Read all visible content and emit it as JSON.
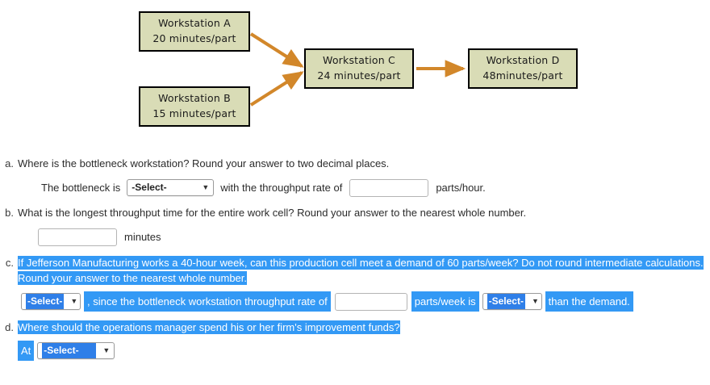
{
  "diagram": {
    "type": "process-flow",
    "workstations": [
      {
        "id": "a",
        "name": "Workstation A",
        "rate": "20 minutes/part"
      },
      {
        "id": "b",
        "name": "Workstation B",
        "rate": "15  minutes/part"
      },
      {
        "id": "c",
        "name": "Workstation C",
        "rate": "24 minutes/part"
      },
      {
        "id": "d",
        "name": "Workstation D",
        "rate": "48minutes/part"
      }
    ],
    "flows": [
      {
        "from": "Workstation A",
        "to": "Workstation C"
      },
      {
        "from": "Workstation B",
        "to": "Workstation C"
      },
      {
        "from": "Workstation C",
        "to": "Workstation D"
      }
    ],
    "colors": {
      "box_fill": "#d9dcb6",
      "box_border": "#000000",
      "arrow": "#d2872a"
    }
  },
  "questions": [
    {
      "letter": "a.",
      "prompt": "Where is the bottleneck workstation? Round your answer to two decimal places.",
      "highlighted": false,
      "answer": {
        "lead_text": "The bottleneck is",
        "select_value": "-Select-",
        "mid_text": "with the throughput rate of",
        "input_value": "",
        "trail_text": "parts/hour."
      }
    },
    {
      "letter": "b.",
      "prompt": "What is the longest throughput time for the entire work cell? Round your answer to the nearest whole number.",
      "highlighted": false,
      "answer": {
        "input_value": "",
        "unit_text": "minutes"
      }
    },
    {
      "letter": "c.",
      "prompt": "If Jefferson Manufacturing works a 40-hour week, can this production cell meet a demand of 60 parts/week? Do not round intermediate calculations. Round your answer to the nearest whole number.",
      "highlighted": true,
      "answer": {
        "select_value_1": "-Select-",
        "mid_text_1": ", since the bottleneck workstation throughput rate of",
        "input_value": "",
        "mid_text_2": "parts/week is",
        "select_value_2": "-Select-",
        "trail_text": "than the demand."
      }
    },
    {
      "letter": "d.",
      "prompt": "Where should the operations manager spend his or her firm's improvement funds?",
      "highlighted": true,
      "answer": {
        "lead_text": "At",
        "select_value": "-Select-"
      }
    }
  ],
  "icons": {
    "chevron_down": "⌄",
    "caret_down": "▾"
  },
  "colors": {
    "highlight_blue": "#3399f5",
    "highlight_text": "#ffffff",
    "select_blue": "#2f7fe8"
  }
}
